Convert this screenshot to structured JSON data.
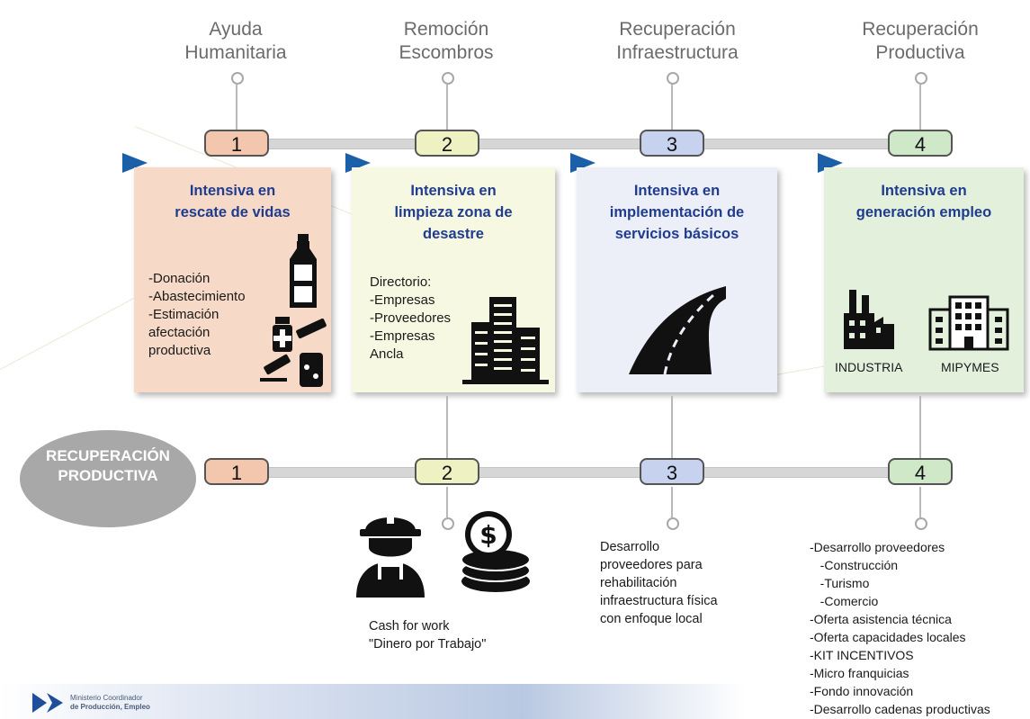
{
  "phases": [
    {
      "title": "Ayuda\nHumanitaria",
      "number": "1"
    },
    {
      "title": "Remoción\nEscombros",
      "number": "2"
    },
    {
      "title": "Recuperación\nInfraestructura",
      "number": "3"
    },
    {
      "title": "Recuperación\nProductiva",
      "number": "4"
    }
  ],
  "cards": [
    {
      "title": "Intensiva en\nrescate de vidas",
      "text": "-Donación\n-Abastecimiento\n-Estimación\nafectación\nproductiva"
    },
    {
      "title": "Intensiva en\nlimpieza zona de\ndesastre",
      "text": "Directorio:\n-Empresas\n-Proveedores\n-Empresas\nAncla"
    },
    {
      "title": "Intensiva en\nimplementación de\nservicios básicos",
      "text": ""
    },
    {
      "title": "Intensiva en\ngeneración empleo",
      "text": "",
      "labels": [
        "INDUSTRIA",
        "MIPYMES"
      ]
    }
  ],
  "lower": {
    "badge": "RECUPERACIÓN\nPRODUCTIVA",
    "numbers": [
      "1",
      "2",
      "3",
      "4"
    ],
    "note2": "Cash for work\n\"Dinero por Trabajo\"",
    "note3": "Desarrollo\nproveedores para\nrehabilitación\ninfraestructura física\ncon enfoque local",
    "note4": "-Desarrollo proveedores\n   -Construcción\n   -Turismo\n   -Comercio\n-Oferta asistencia técnica\n-Oferta capacidades locales\n-KIT INCENTIVOS\n-Micro franquicias\n-Fondo innovación\n-Desarrollo cadenas productivas"
  },
  "footer": {
    "org_line1": "Ministerio Coordinador",
    "org_line2": "de Producción, Empleo"
  },
  "colors": {
    "accent": "#1f3c8f",
    "flag": "#1b5fa8",
    "card1": "#f6d9c6",
    "card2": "#f7f8e1",
    "card3": "#eceef8",
    "card4": "#e3f1dc"
  },
  "icons": [
    "bottle-icon",
    "medicine-icon",
    "buildings-icon",
    "road-icon",
    "factory-icon",
    "office-building-icon",
    "worker-icon",
    "coins-icon",
    "ministry-logo-icon"
  ]
}
